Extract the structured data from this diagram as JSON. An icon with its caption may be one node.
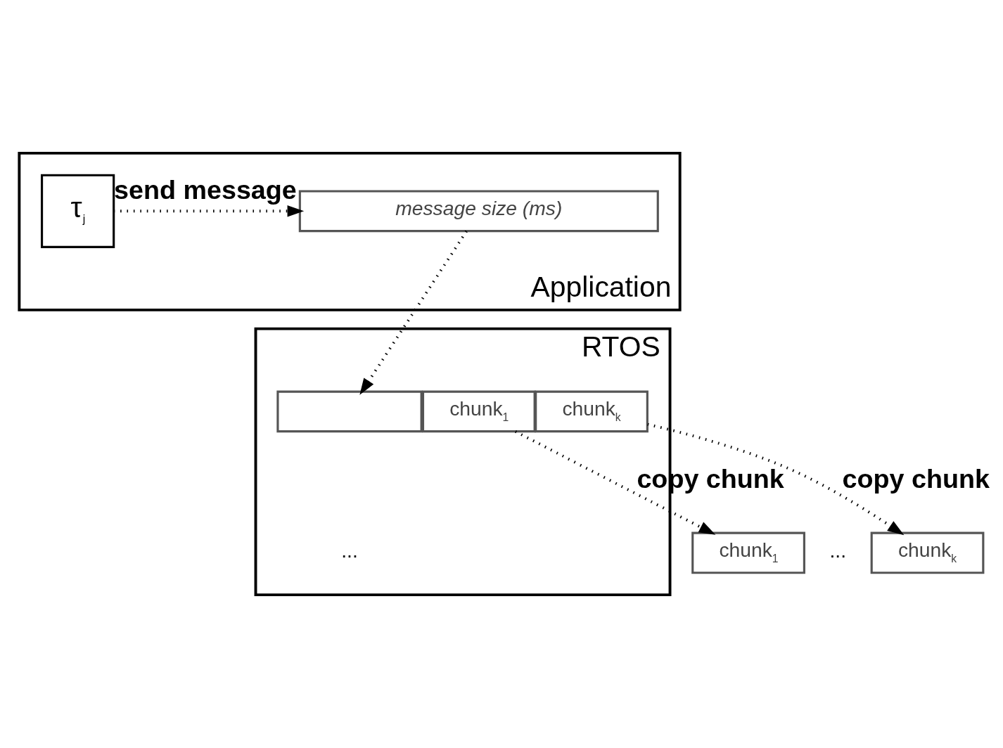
{
  "diagram": {
    "nodes": [
      {
        "text": [
          "Application"
        ]
      },
      {
        "text": [
          "τ$_{j}$"
        ],
        "in": 0
      },
      {
        "text": [
          "message size (ms)"
        ],
        "in": 0
      },
      {
        "text": [
          "RTOS"
        ]
      },
      {
        "text": [
          "chunk$_{1}$"
        ],
        "in": 3
      },
      {
        "text": [],
        "shape": "box",
        "in": 3
      },
      {
        "text": [
          "chunk$_{k}$"
        ],
        "in": 3
      },
      {
        "text": [
          "chunk$_{1}$"
        ]
      },
      {
        "text": [
          "chunk$_{k}$"
        ]
      }
    ],
    "edges": [
      {
        "from": 1,
        "to": 2,
        "arrow": "to",
        "label": "send message"
      },
      {
        "from": 2,
        "to": 5,
        "arrow": "to"
      },
      {
        "from": 4,
        "to": 7,
        "arrow": "to",
        "label": "copy chunk"
      },
      {
        "from": 6,
        "to": 8,
        "arrow": "to",
        "label": "copy chunk"
      }
    ],
    "labels": [
      "...",
      "..."
    ]
  }
}
